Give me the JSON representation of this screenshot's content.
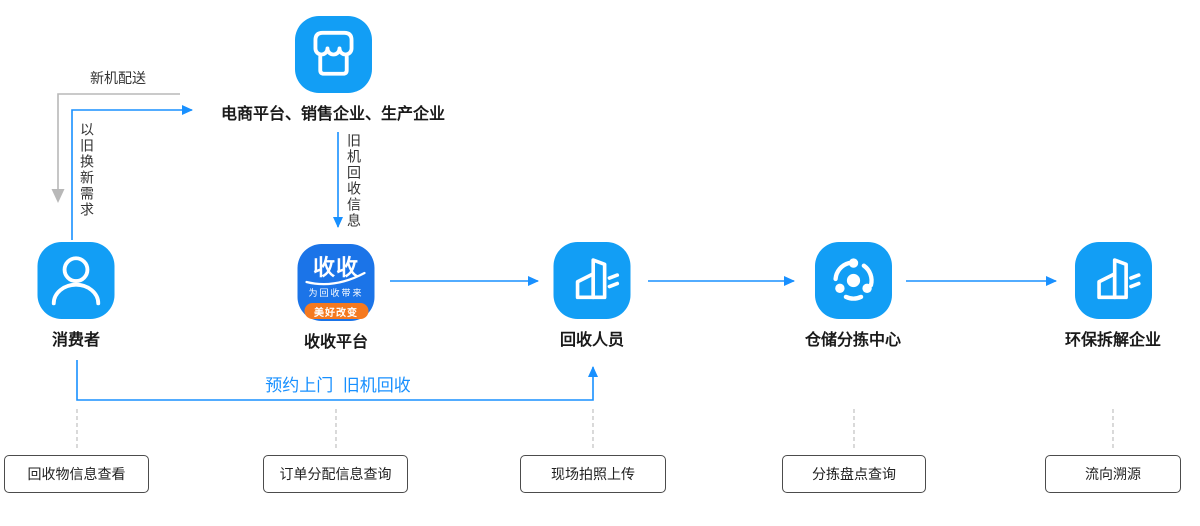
{
  "palette": {
    "icon_blue": "#129ef5",
    "logo_blue": "#1b74e8",
    "logo_orange": "#f5791f",
    "arrow_blue": "#1890ff",
    "arrow_gray": "#b8b8b8",
    "dashed_gray": "#d0d0d0",
    "box_border": "#4c4c4c",
    "text_dark": "#1a1a1a"
  },
  "nodes": {
    "ecommerce": {
      "label": "电商平台、销售企业、生产企业",
      "icon": "store-icon"
    },
    "consumer": {
      "label": "消费者",
      "icon": "person-icon"
    },
    "platform": {
      "label": "收收平台",
      "icon": "shoushou-logo",
      "logo_title": "收收",
      "logo_line1": "为回收带来",
      "logo_line2": "美好改变"
    },
    "collector": {
      "label": "回收人员",
      "icon": "building-icon"
    },
    "warehouse": {
      "label": "仓储分拣中心",
      "icon": "sorting-icon"
    },
    "dismantler": {
      "label": "环保拆解企业",
      "icon": "building-icon"
    }
  },
  "edge_labels": {
    "new_machine_delivery": "新机配送",
    "trade_in_demand": "以旧换新需求",
    "old_machine_recycle_info": "旧机回收信息",
    "appointment": "预约上门  旧机回收"
  },
  "bottom_boxes": [
    {
      "label": "回收物信息查看"
    },
    {
      "label": "订单分配信息查询"
    },
    {
      "label": "现场拍照上传"
    },
    {
      "label": "分拣盘点查询"
    },
    {
      "label": "流向溯源"
    }
  ]
}
